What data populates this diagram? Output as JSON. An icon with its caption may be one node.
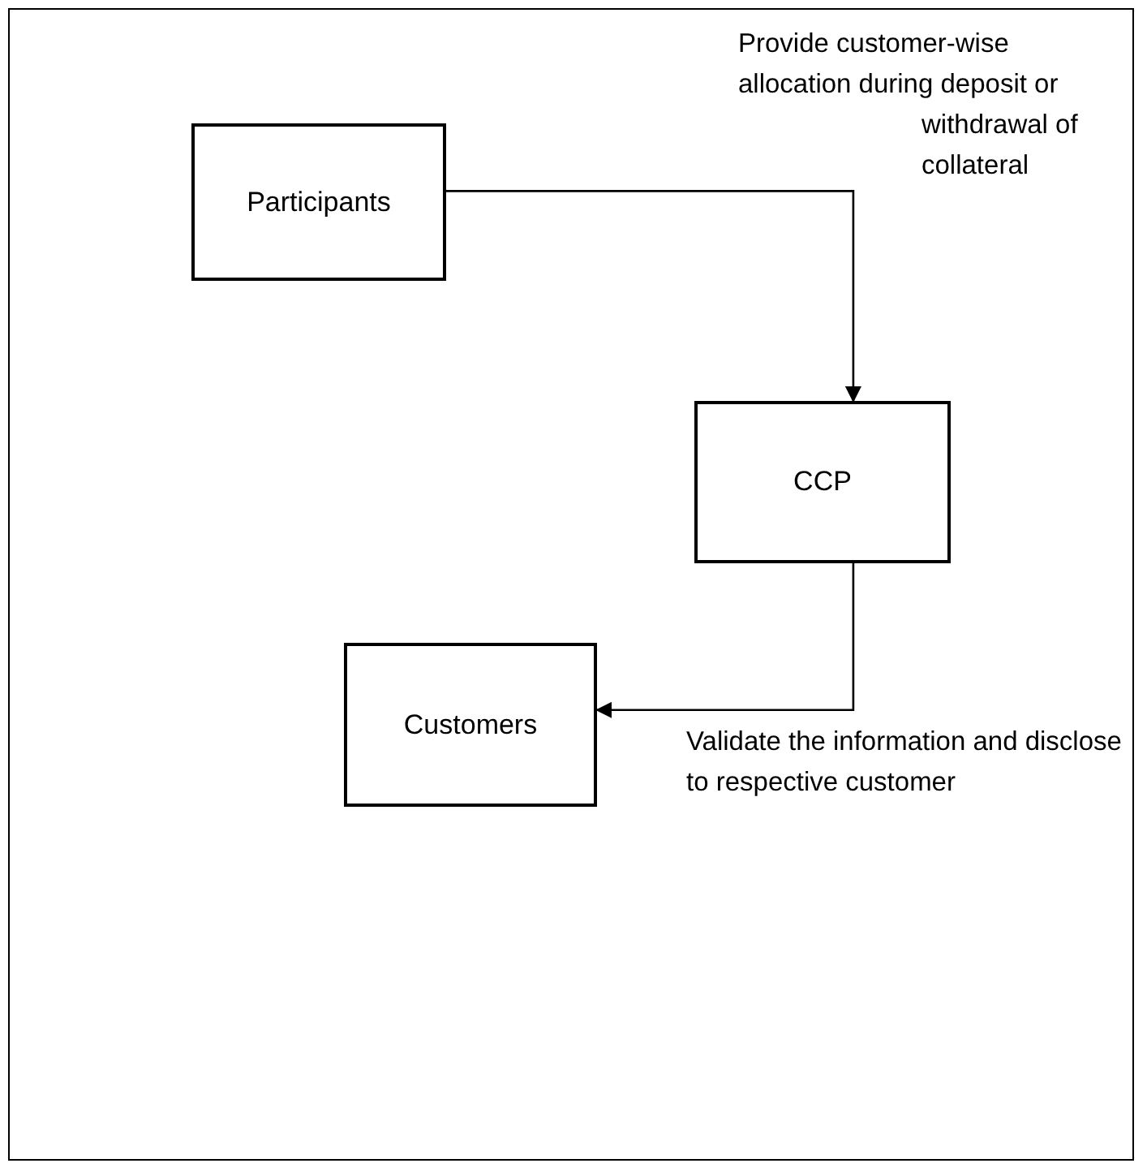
{
  "diagram": {
    "nodes": [
      {
        "text": [
          "Participants"
        ]
      },
      {
        "text": [
          "CCP"
        ]
      },
      {
        "text": [
          "Customers"
        ]
      }
    ],
    "edges": [
      {
        "from": 0,
        "to": 1,
        "arrow": "to",
        "label": "Provide customer-wise allocation during deposit or withdrawal of collateral"
      },
      {
        "from": 1,
        "to": 2,
        "arrow": "to",
        "label": "Validate the information and disclose to respective customer"
      }
    ]
  }
}
